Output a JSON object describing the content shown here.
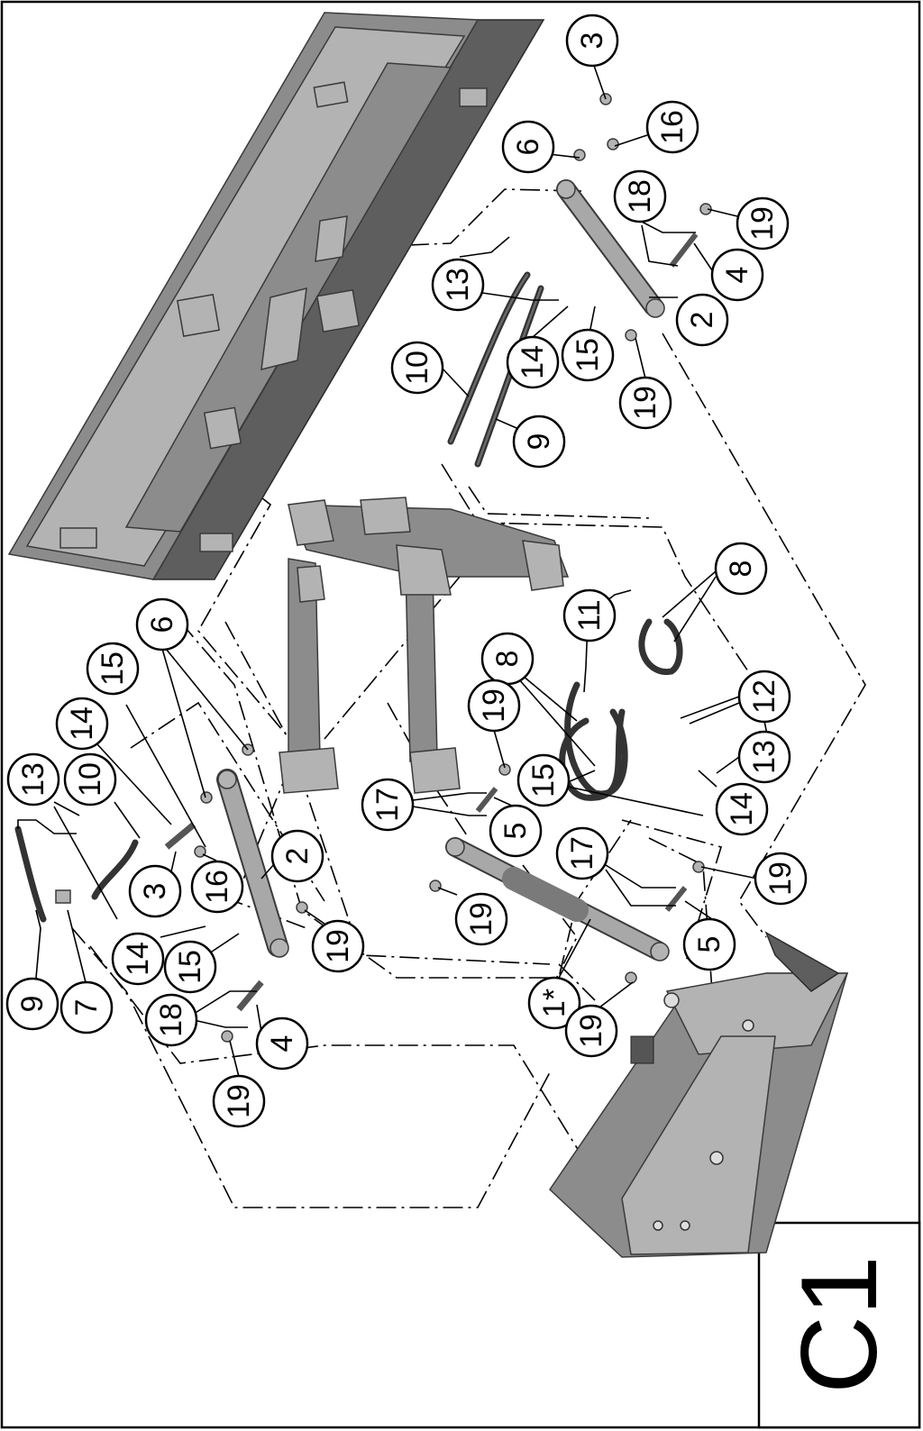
{
  "sheet_label": "C1",
  "callouts": [
    {
      "label": "3"
    },
    {
      "label": "16"
    },
    {
      "label": "6"
    },
    {
      "label": "18"
    },
    {
      "label": "19"
    },
    {
      "label": "4"
    },
    {
      "label": "13"
    },
    {
      "label": "2"
    },
    {
      "label": "14"
    },
    {
      "label": "15"
    },
    {
      "label": "19"
    },
    {
      "label": "10"
    },
    {
      "label": "9"
    },
    {
      "label": "8"
    },
    {
      "label": "11"
    },
    {
      "label": "8"
    },
    {
      "label": "12"
    },
    {
      "label": "13"
    },
    {
      "label": "14"
    },
    {
      "label": "15"
    },
    {
      "label": "19"
    },
    {
      "label": "17"
    },
    {
      "label": "5"
    },
    {
      "label": "17"
    },
    {
      "label": "19"
    },
    {
      "label": "5"
    },
    {
      "label": "19"
    },
    {
      "label": "1*"
    },
    {
      "label": "19"
    },
    {
      "label": "6"
    },
    {
      "label": "15"
    },
    {
      "label": "14"
    },
    {
      "label": "13"
    },
    {
      "label": "10"
    },
    {
      "label": "3"
    },
    {
      "label": "16"
    },
    {
      "label": "2"
    },
    {
      "label": "19"
    },
    {
      "label": "14"
    },
    {
      "label": "15"
    },
    {
      "label": "9"
    },
    {
      "label": "7"
    },
    {
      "label": "18"
    },
    {
      "label": "4"
    },
    {
      "label": "19"
    }
  ]
}
